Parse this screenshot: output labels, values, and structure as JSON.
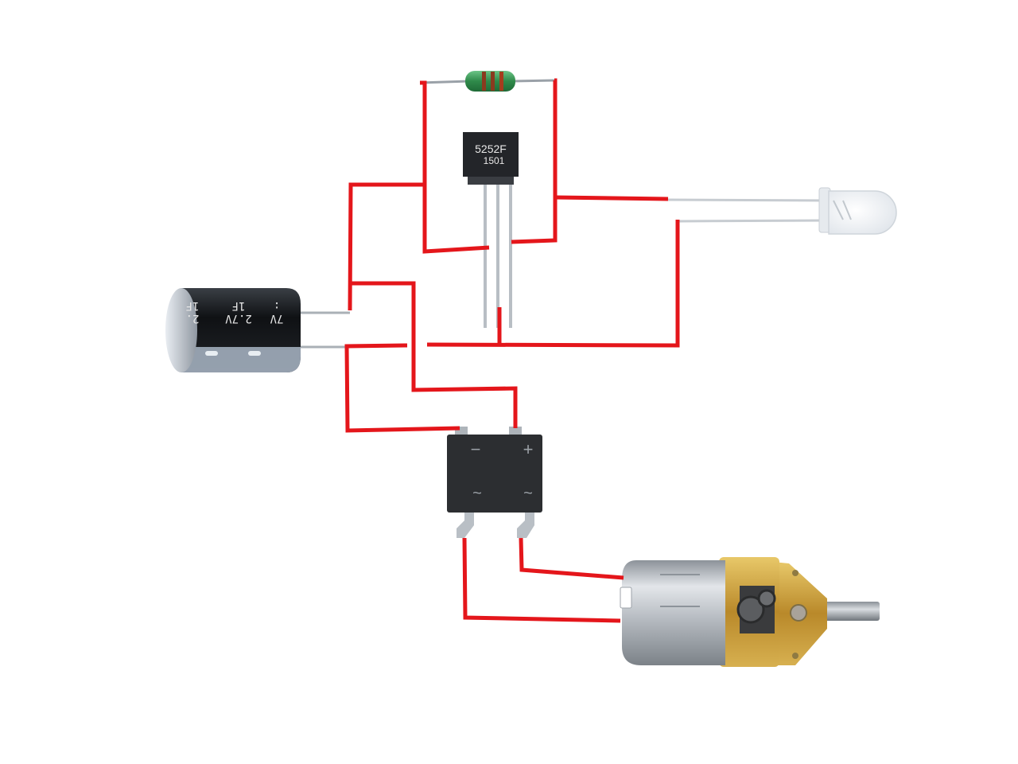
{
  "colors": {
    "wire": "#e4161b",
    "background": "#ffffff",
    "capacitor_body": "#16191d",
    "ic_body": "#222428",
    "bridge_body": "#2c2e31",
    "resistor_body": "#3a9a56",
    "motor_can": "#c9cdd2",
    "gearbox_brass": "#c9a13a"
  },
  "components": {
    "capacitor": {
      "icon": "electrolytic-capacitor-icon",
      "text_col1": "2.7V",
      "text_col1_b": "1F",
      "text_col2": "2.",
      "text_col2_b": "1F",
      "text_col3": "7V",
      "text_col3_b": ":"
    },
    "ic": {
      "icon": "to92-ic-icon",
      "line1": "5252F",
      "line2": "1501"
    },
    "resistor": {
      "icon": "resistor-icon"
    },
    "led": {
      "icon": "led-icon"
    },
    "bridge_rectifier": {
      "icon": "bridge-rectifier-icon",
      "minus": "−",
      "plus": "+",
      "ac_left": "~",
      "ac_right": "~"
    },
    "motor": {
      "icon": "geared-dc-motor-icon"
    }
  }
}
